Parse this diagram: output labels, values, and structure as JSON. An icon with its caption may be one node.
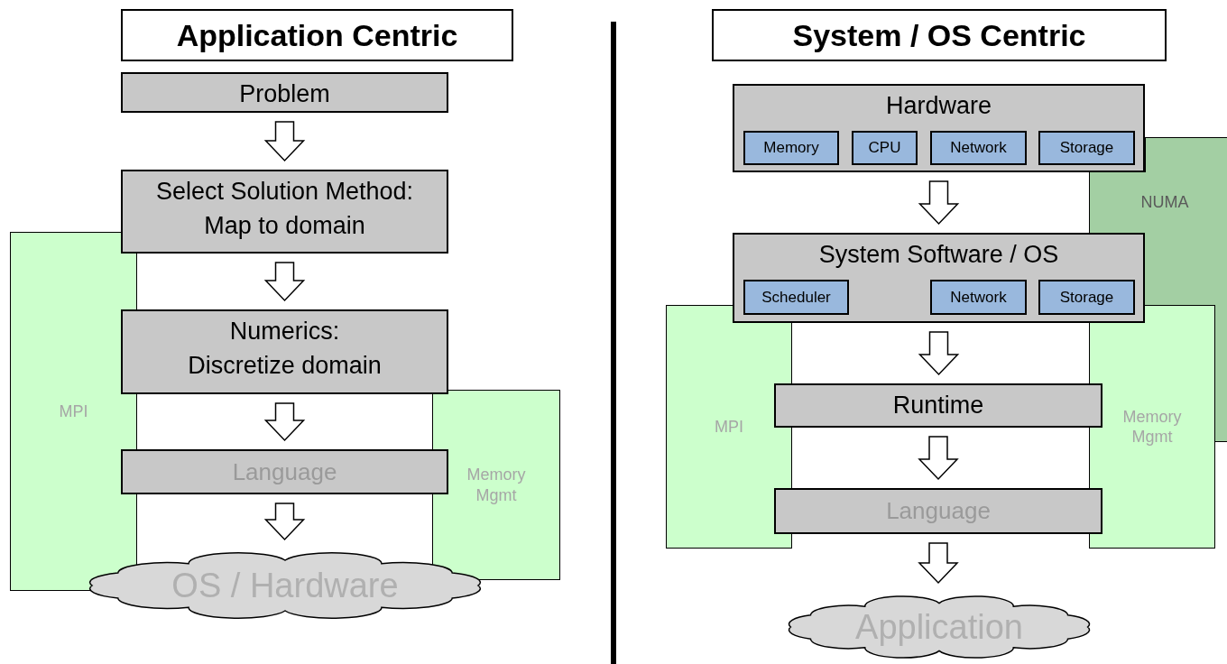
{
  "diagram": {
    "nodes": [
      {
        "text": [
          "Application Centric"
        ]
      },
      {
        "text": [
          "MPI"
        ]
      },
      {
        "text": [
          "Memory Mgmt"
        ]
      },
      {
        "text": [
          "Problem"
        ]
      },
      {
        "text": [
          "Select Solution Method: Map to domain"
        ]
      },
      {
        "text": [
          "Numerics: Discretize domain"
        ]
      },
      {
        "text": [
          "Language"
        ]
      },
      {
        "text": [
          "OS / Hardware"
        ]
      },
      {
        "text": [
          "System / OS Centric"
        ]
      },
      {
        "text": [
          "NUMA"
        ]
      },
      {
        "text": [
          "MPI"
        ]
      },
      {
        "text": [
          "Memory Mgmt"
        ]
      },
      {
        "text": [
          "Hardware"
        ]
      },
      {
        "text": [
          "Memory"
        ],
        "in": 12
      },
      {
        "text": [
          "CPU"
        ],
        "in": 12
      },
      {
        "text": [
          "Network"
        ],
        "in": 12
      },
      {
        "text": [
          "Storage"
        ],
        "in": 12
      },
      {
        "text": [
          "System Software / OS"
        ]
      },
      {
        "text": [
          "Scheduler"
        ],
        "in": 17
      },
      {
        "text": [
          "Network"
        ],
        "in": 17
      },
      {
        "text": [
          "Storage"
        ],
        "in": 17
      },
      {
        "text": [
          "Runtime"
        ]
      },
      {
        "text": [
          "Language"
        ]
      },
      {
        "text": [
          "Application"
        ]
      }
    ],
    "edges": [
      {
        "from": 3,
        "to": 4,
        "arrow": "to"
      },
      {
        "from": 4,
        "to": 5,
        "arrow": "to"
      },
      {
        "from": 5,
        "to": 6,
        "arrow": "to"
      },
      {
        "from": 6,
        "to": 7,
        "arrow": "to"
      },
      {
        "from": 12,
        "to": 17,
        "arrow": "to"
      },
      {
        "from": 17,
        "to": 21,
        "arrow": "to"
      },
      {
        "from": 21,
        "to": 22,
        "arrow": "to"
      },
      {
        "from": 22,
        "to": 23,
        "arrow": "to"
      }
    ]
  }
}
